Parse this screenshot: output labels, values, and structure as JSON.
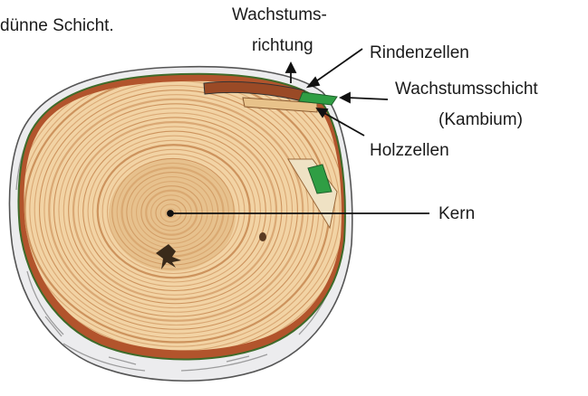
{
  "caption_fragment": "dünne Schicht.",
  "labels": {
    "growth_direction_line1": "Wachstums-",
    "growth_direction_line2": "richtung",
    "bark_cells": "Rindenzellen",
    "cambium_line1": "Wachstumsschicht",
    "cambium_line2": "(Kambium)",
    "wood_cells": "Holzzellen",
    "core": "Kern"
  },
  "colors": {
    "bark_outer": "#e9e9ea",
    "bark_inner": "#b2542c",
    "cambium": "#2f9e44",
    "wood_light": "#f2d3a4",
    "wood_ring": "#c98c55",
    "heartwood": "#d9ab70",
    "pointer_line": "#111111"
  }
}
